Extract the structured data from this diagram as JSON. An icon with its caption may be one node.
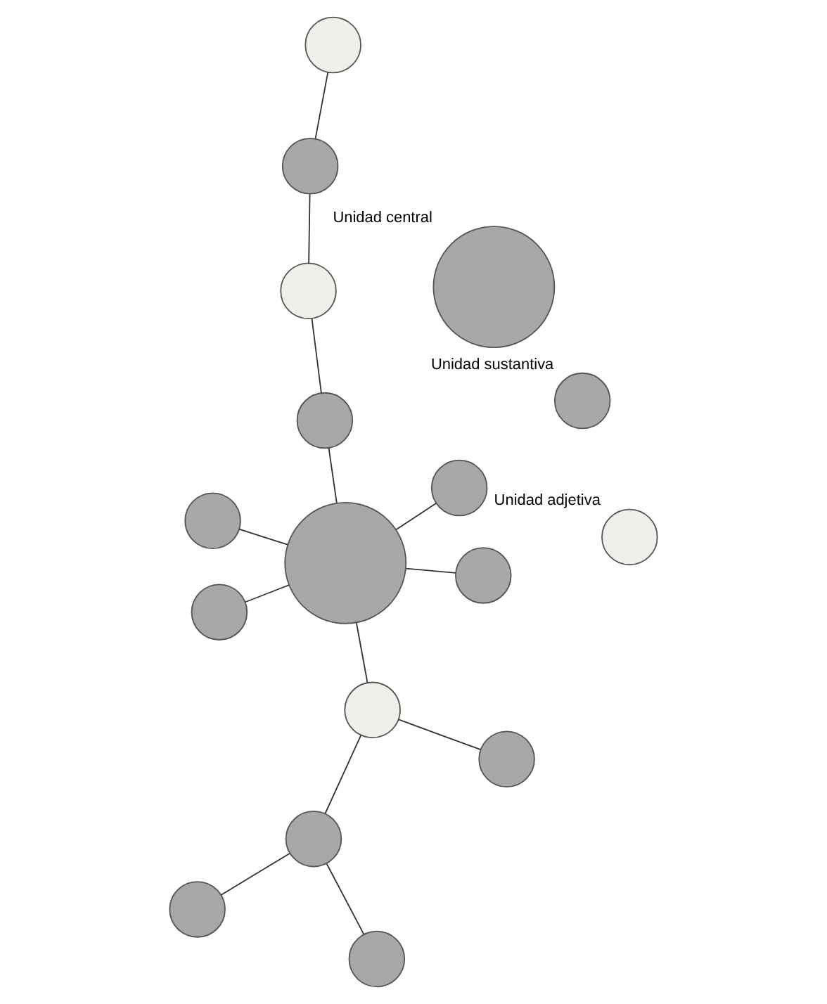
{
  "diagram": {
    "nodes": [
      {
        "text": [],
        "shape": "circle"
      },
      {
        "text": [],
        "shape": "circle"
      },
      {
        "text": [],
        "shape": "circle"
      },
      {
        "text": [],
        "shape": "circle"
      },
      {
        "text": [],
        "shape": "circle"
      },
      {
        "text": [],
        "shape": "circle"
      },
      {
        "text": [],
        "shape": "circle"
      },
      {
        "text": [],
        "shape": "circle"
      },
      {
        "text": [],
        "shape": "circle"
      },
      {
        "text": [],
        "shape": "circle"
      },
      {
        "text": [],
        "shape": "circle"
      },
      {
        "text": [],
        "shape": "circle"
      },
      {
        "text": [],
        "shape": "circle"
      },
      {
        "text": [],
        "shape": "circle"
      },
      {
        "text": [],
        "shape": "circle",
        "beside": [
          "Unidad central"
        ]
      },
      {
        "text": [],
        "shape": "circle",
        "beside": [
          "Unidad sustantiva"
        ]
      },
      {
        "text": [],
        "shape": "circle",
        "beside": [
          "Unidad adjetiva"
        ]
      }
    ],
    "edges": [
      {
        "from": 0,
        "to": 1,
        "arrow": "none"
      },
      {
        "from": 0,
        "to": 2,
        "arrow": "none"
      },
      {
        "from": 0,
        "to": 3,
        "arrow": "none"
      },
      {
        "from": 0,
        "to": 4,
        "arrow": "none"
      },
      {
        "from": 0,
        "to": 5,
        "arrow": "none"
      },
      {
        "from": 0,
        "to": 6,
        "arrow": "none"
      },
      {
        "from": 6,
        "to": 7,
        "arrow": "none"
      },
      {
        "from": 6,
        "to": 10,
        "arrow": "none"
      },
      {
        "from": 7,
        "to": 8,
        "arrow": "none"
      },
      {
        "from": 7,
        "to": 9,
        "arrow": "none"
      },
      {
        "from": 5,
        "to": 11,
        "arrow": "none"
      },
      {
        "from": 11,
        "to": 12,
        "arrow": "none"
      },
      {
        "from": 12,
        "to": 13,
        "arrow": "none"
      }
    ]
  }
}
